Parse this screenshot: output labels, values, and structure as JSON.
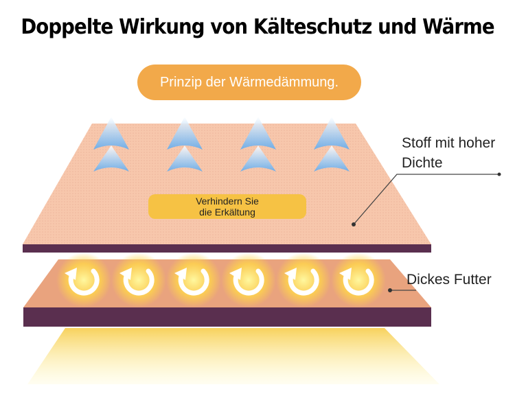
{
  "header": {
    "title": "Doppelte Wirkung von Kälteschutz und Wärme"
  },
  "badge": {
    "label": "Prinzip der Wärmedämmung."
  },
  "upper_layer": {
    "callout": "Stoff mit hoher Dichte",
    "band_line1": "Verhindern Sie",
    "band_line2": "die Erkältung",
    "color": "#f7c7ac",
    "arrow_icon": "cold-air-arrow-icon",
    "arrow_count": 4
  },
  "lower_layer": {
    "callout": "Dickes Futter",
    "color": "#e9a37e",
    "edge_color": "#5a2f4f",
    "heat_icon": "heat-cycle-icon",
    "heat_count": 6
  },
  "colors": {
    "badge": "#f2a94a",
    "band": "#f6c244",
    "glow": "#ffd54a"
  }
}
